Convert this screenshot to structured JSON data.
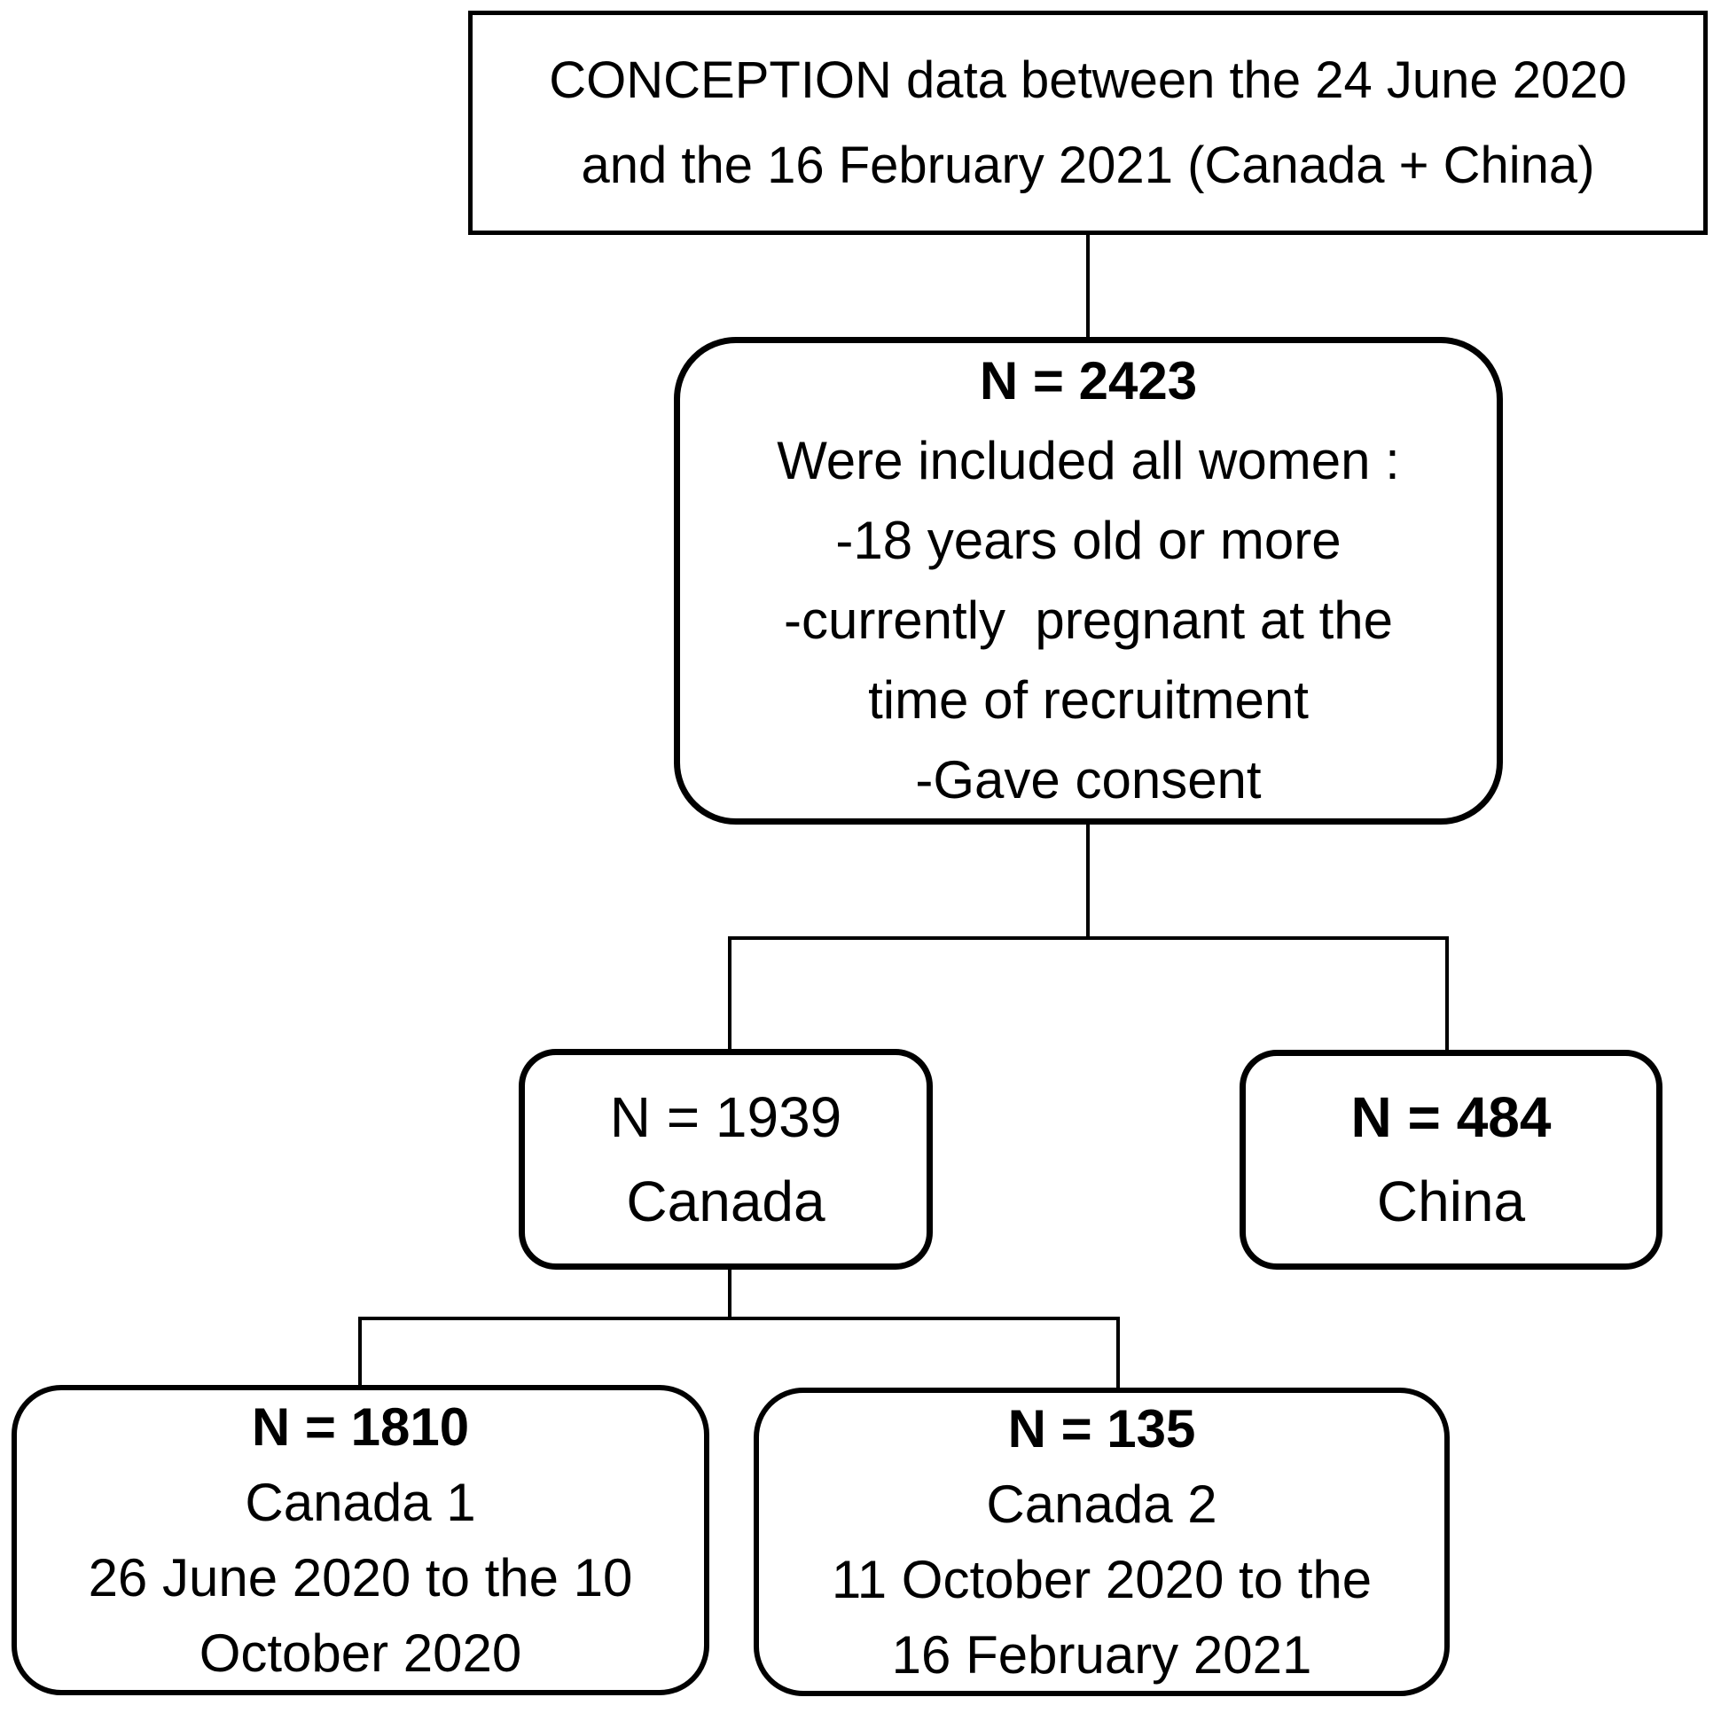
{
  "diagram": {
    "type": "flowchart",
    "background": "#ffffff",
    "line_color": "#000000",
    "nodes": {
      "source": {
        "line1": "CONCEPTION data between the 24 June 2020",
        "line2": "and the 16 February 2021 (Canada + China)"
      },
      "included": {
        "n": "N = 2423",
        "line1": "Were included all women :",
        "line2": "-18 years old or more",
        "line3": "-currently  pregnant at the",
        "line4": "time of recruitment",
        "line5": "-Gave consent"
      },
      "canada": {
        "n": "N = 1939",
        "label": "Canada"
      },
      "china": {
        "n": "N = 484",
        "label": "China"
      },
      "canada1": {
        "n": "N = 1810",
        "label": "Canada 1",
        "period_line1": "26 June 2020 to the 10",
        "period_line2": "October 2020"
      },
      "canada2": {
        "n": "N = 135",
        "label": "Canada 2",
        "period_line1": "11 October 2020 to the",
        "period_line2": "16 February 2021"
      }
    }
  }
}
